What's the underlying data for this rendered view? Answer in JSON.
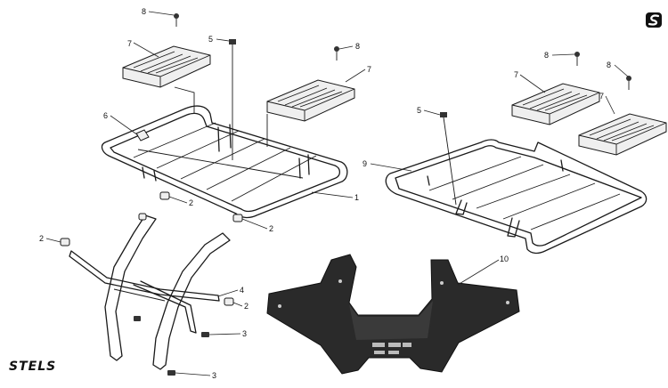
{
  "brand": {
    "wordmark": "STELS",
    "corner_icon": "s-logo-icon"
  },
  "callouts": [
    "8",
    "7",
    "5",
    "8",
    "7",
    "6",
    "1",
    "2",
    "2",
    "2",
    "4",
    "2",
    "3",
    "3",
    "5",
    "8",
    "8",
    "7",
    "7",
    "9",
    "10"
  ]
}
